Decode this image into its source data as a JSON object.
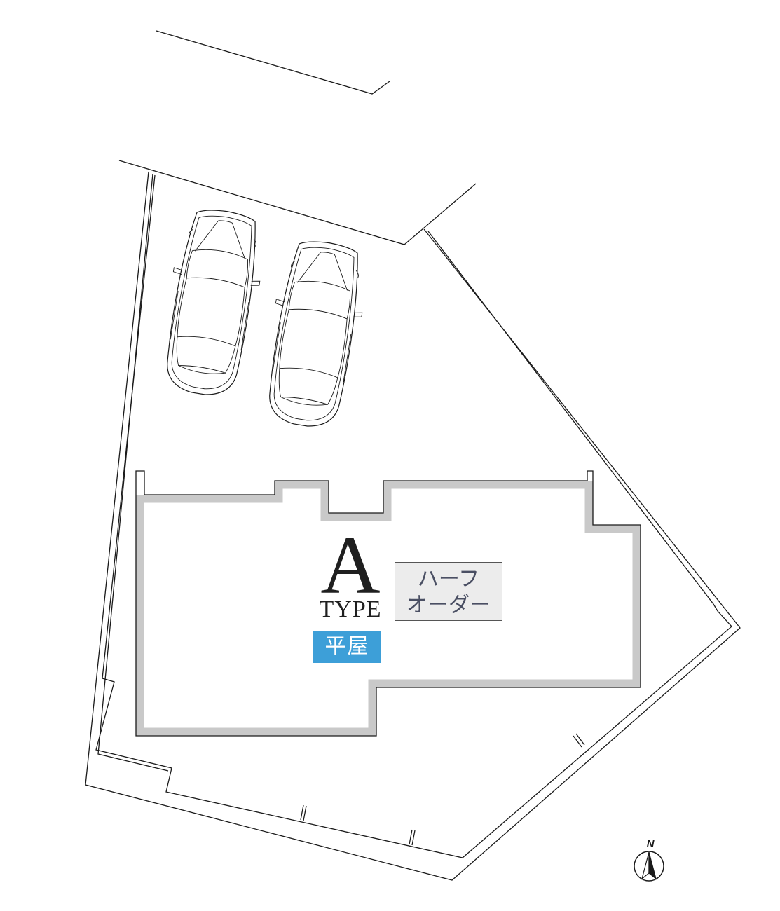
{
  "plan": {
    "type_letter": "A",
    "type_word": "TYPE",
    "style_badge": "平屋",
    "order_badge": [
      "ハーフ",
      "オーダー"
    ],
    "compass_label": "N"
  },
  "colors": {
    "line": "#1a1a1a",
    "wall": "#c9c9c9",
    "style_badge_bg": "#3d9fd8",
    "order_badge_bg": "#ececec",
    "order_badge_text": "#4a4f63"
  },
  "icons": {
    "compass": "north-arrow-icon",
    "car": "car-top-view-icon"
  }
}
